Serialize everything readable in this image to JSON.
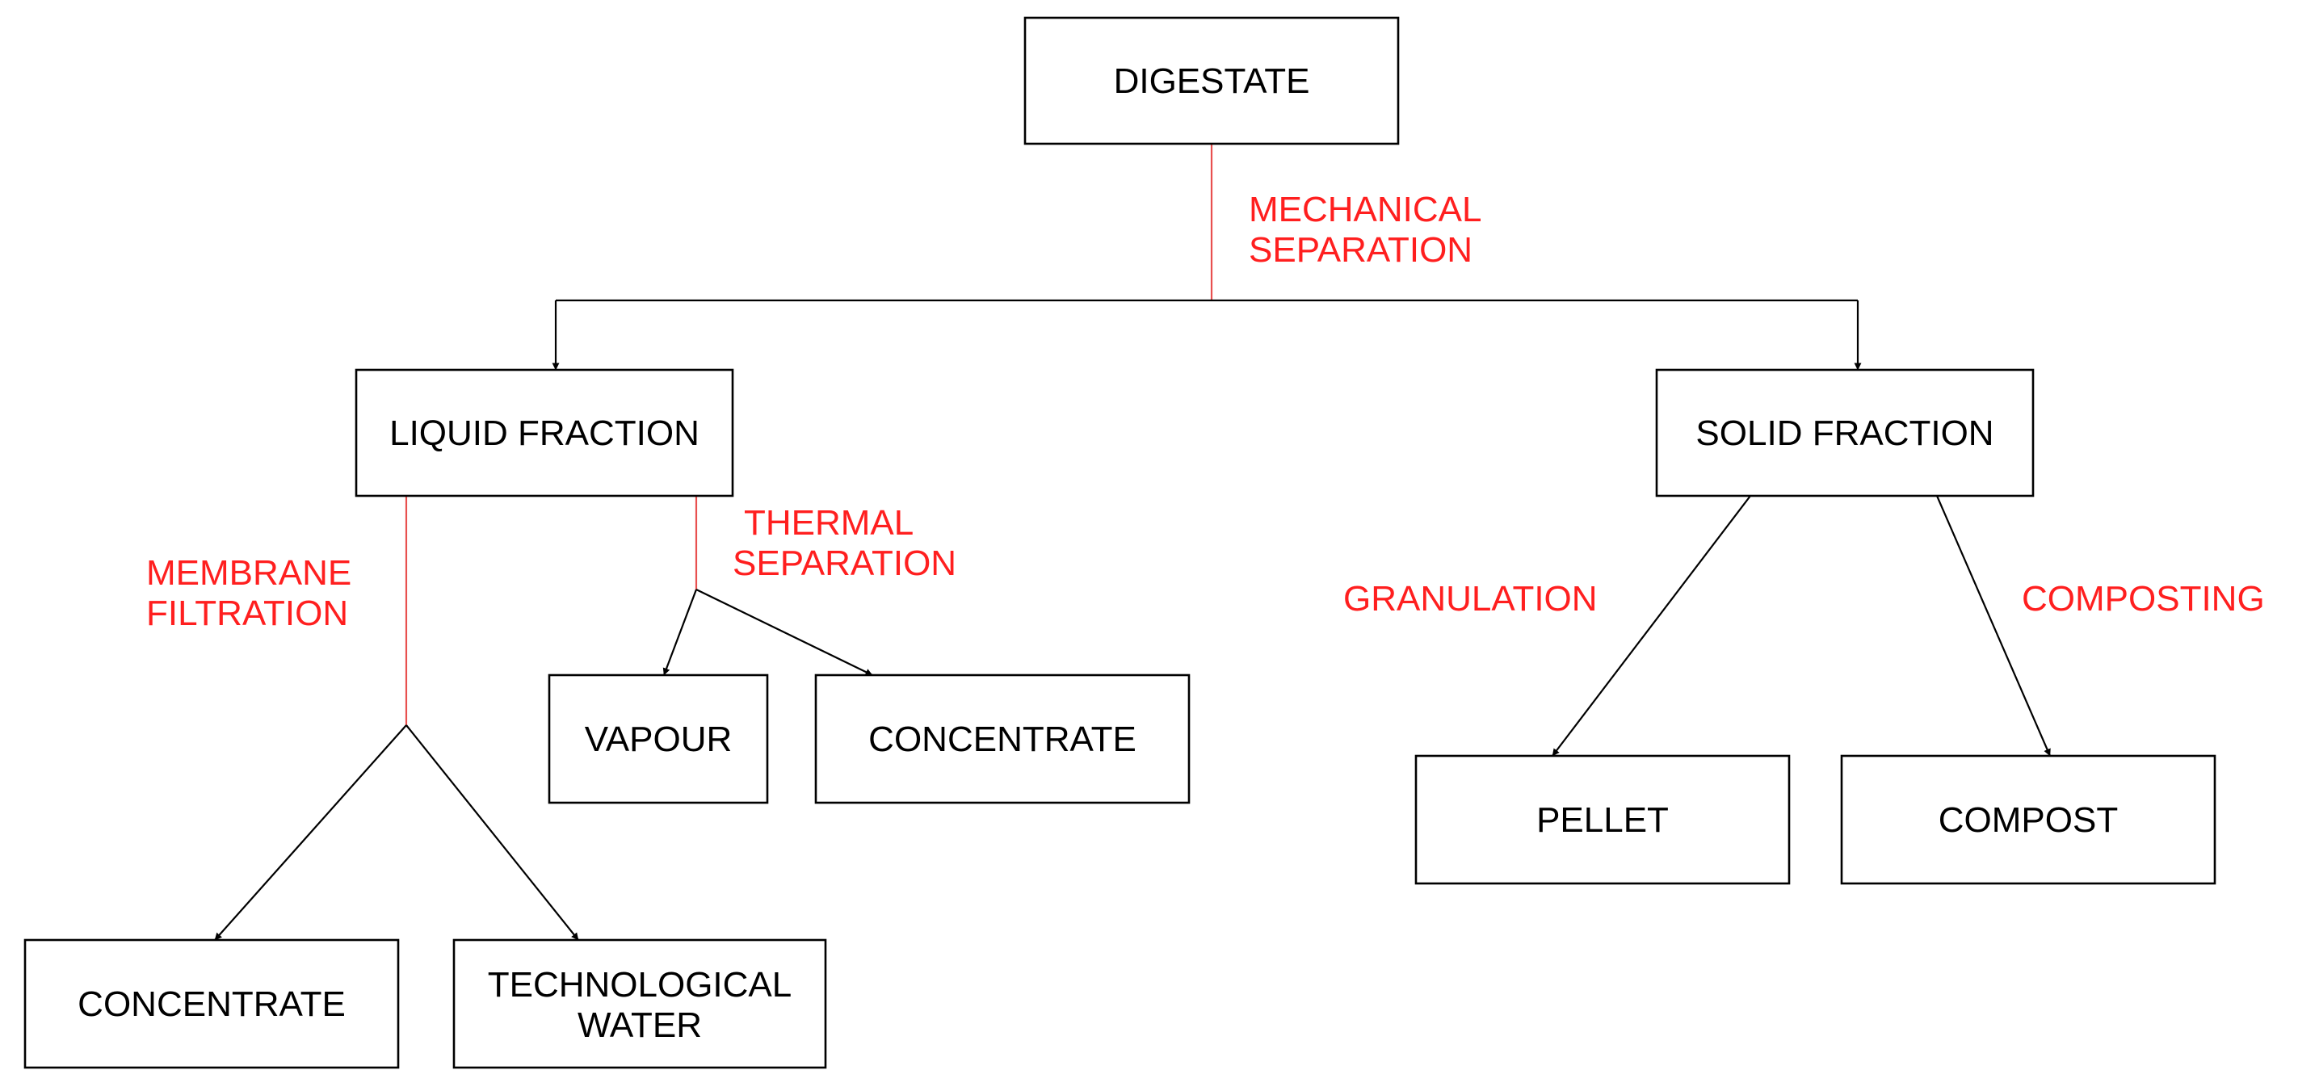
{
  "colors": {
    "box_border": "#000000",
    "box_text": "#000000",
    "process_label": "#ff1f1f",
    "process_line": "#e8504f",
    "arrow": "#000000"
  },
  "nodes": {
    "digestate": "DIGESTATE",
    "liquid_fraction": "LIQUID FRACTION",
    "solid_fraction": "SOLID FRACTION",
    "vapour": "VAPOUR",
    "thermal_concentrate": "CONCENTRATE",
    "membrane_concentrate": "CONCENTRATE",
    "technological_water": [
      "TECHNOLOGICAL",
      "WATER"
    ],
    "pellet": "PELLET",
    "compost": "COMPOST"
  },
  "processes": {
    "mechanical_separation": [
      "MECHANICAL",
      "SEPARATION"
    ],
    "thermal_separation": [
      "THERMAL",
      "SEPARATION"
    ],
    "membrane_filtration": [
      "MEMBRANE",
      "FILTRATION"
    ],
    "granulation": "GRANULATION",
    "composting": "COMPOSTING"
  }
}
